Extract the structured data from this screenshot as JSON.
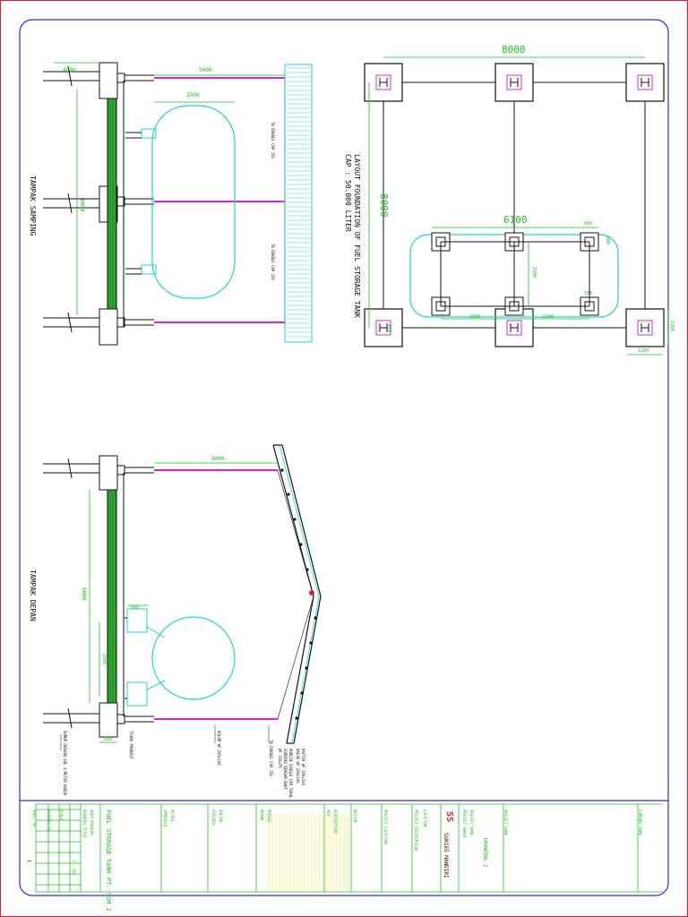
{
  "colors": {
    "border": "#e0202a",
    "frame": "#2a2ae8",
    "structure": "#111111",
    "beam": "#e020e0",
    "tank": "#1ad6d6",
    "dimension": "#18c018",
    "titleblock": "#22c022",
    "titleblock_yellow": "#e0e000"
  },
  "views": {
    "side": {
      "title": "TAMPAK SAMPING",
      "dims": {
        "d4000": "4000",
        "d5000": "5000",
        "d2500": "2500",
        "d8000": "8000"
      },
      "notes": {
        "cap1": "TB DOUBLE CAP 150",
        "cap2": "TB DOUBLE CAP 150"
      }
    },
    "front": {
      "title": "TAMPAK DEPAN",
      "dims": {
        "d4000": "4000",
        "d6000": "6000",
        "d600": "600",
        "d2500": "2500",
        "d500": "500"
      },
      "labels": {
        "l1": "SUMUR DENGAN VOL 4 METER KUBIK",
        "l2": "TIANG PONDASI",
        "l3": "TB DOUBLE CAP 150",
        "l4": "RAFTER WF 200x100",
        "l5": "PURLIN SINGLE CAP TEBAL",
        "l6": "GORDING DENGAN BAUT",
        "l7": "WF 150x75",
        "l8": "KOLOM WF 200x100",
        "l9": "BALOK WF 200x100"
      }
    },
    "layout": {
      "title": "LAYOUT FOUNDATION OF FUEL STORAGE TANK",
      "subtitle": "CAP : 50.000 LITER",
      "dims": {
        "d8000_top": "8000",
        "d8000_side": "8000",
        "d6100": "6100",
        "d600": "600",
        "d800": "800",
        "d2100": "2100",
        "d350": "350",
        "d2300a": "2300",
        "d2300b": "2300",
        "d1200a": "1200",
        "d1200b": "1200",
        "d800b": "800"
      }
    }
  },
  "titleblock": {
    "col_sheet": {
      "l1": "SHEET NO.",
      "l2": "DRAWING NO.",
      "l3": "SCALE",
      "v1": "1",
      "v2": "1 : 100"
    },
    "col_title": {
      "label": "DRAWING TITLE",
      "sub": "AREA DRAWING",
      "name": "FUEL STORAGE TANK PT. SSM 2"
    },
    "col_approved": {
      "label": "APPROVED",
      "v": "DETAIL"
    },
    "col_checked": {
      "label": "CHECKED",
      "v": "DALIAN"
    },
    "col_drawn": {
      "label": "DRAWN",
      "v": "PROSES"
    },
    "col_rev": {
      "label": "REV",
      "v": "DESCRIPTION"
    },
    "col_design": {
      "label": "DESIGN"
    },
    "col_project": {
      "label": "PROJECT LOCATION",
      "v1": "PROJECT DESCRIPTION",
      "v2": "LOCATION"
    },
    "col_company": {
      "name": "SUKSES MANDIRI",
      "logo": "SS"
    },
    "col_owner": {
      "label": "PROJECT OWNER",
      "v": "PROJECT NAME"
    },
    "col_drawing": {
      "label": "PROJECT NAME",
      "v": "DRAWING 2"
    },
    "col_company_name": {
      "label": "COMPANY NAME"
    }
  }
}
